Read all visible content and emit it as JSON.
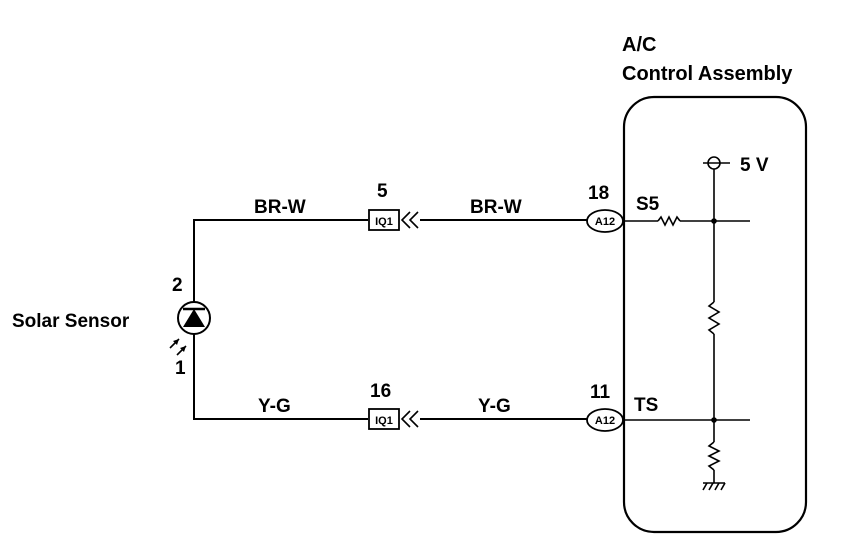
{
  "module": {
    "title_line1": "A/C",
    "title_line2": "Control Assembly",
    "voltage": "5 V",
    "pin_top": {
      "number": "18",
      "name": "S5",
      "connector": "A12"
    },
    "pin_bottom": {
      "number": "11",
      "name": "TS",
      "connector": "A12"
    }
  },
  "sensor": {
    "label": "Solar Sensor",
    "pin_top": "2",
    "pin_bottom": "1"
  },
  "wires": {
    "top_left_color": "BR-W",
    "top_right_color": "BR-W",
    "bottom_left_color": "Y-G",
    "bottom_right_color": "Y-G"
  },
  "junction": {
    "top_pin": "5",
    "top_connector": "IQ1",
    "bottom_pin": "16",
    "bottom_connector": "IQ1"
  }
}
